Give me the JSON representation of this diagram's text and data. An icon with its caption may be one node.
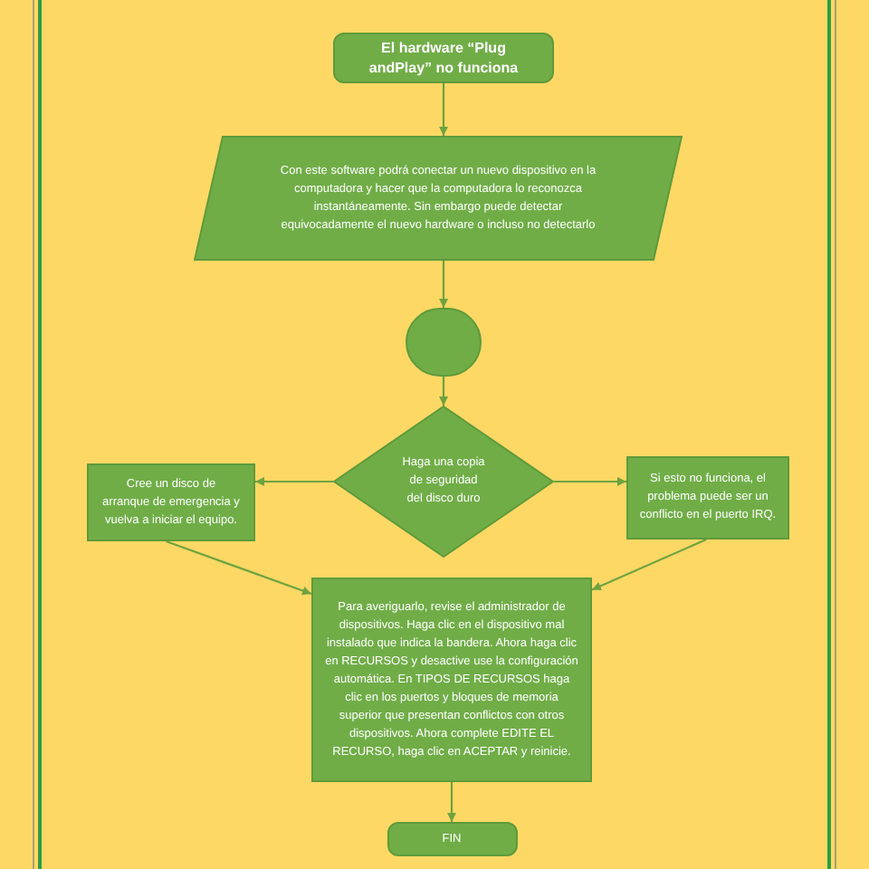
{
  "diagram": {
    "nodes": [
      {
        "text": [
          "El hardware “Plug andPlay” no funciona"
        ]
      },
      {
        "text": [
          "Con este software podrá conectar un nuevo dispositivo en la computadora y hacer que la computadora lo reconozca instantáneamente. Sin embargo puede detectar equivocadamente el nuevo hardware o incluso no detectarlo"
        ]
      },
      {
        "text": [],
        "shape": "circle"
      },
      {
        "text": [
          "Haga una copia de seguridad del disco duro"
        ]
      },
      {
        "text": [
          "Cree un disco de arranque de emergencia y vuelva a iniciar el equipo."
        ]
      },
      {
        "text": [
          "Si esto no funciona, el problema puede ser un conflicto en el puerto IRQ."
        ]
      },
      {
        "text": [
          "Para averiguarlo, revise el administrador de dispositivos. Haga clic en el dispositivo mal instalado que indica la bandera. Ahora haga clic en RECURSOS y desactive use la configuración automática. En TIPOS DE RECURSOS haga clic en los puertos y bloques de memoria superior que presentan conflictos con otros dispositivos. Ahora complete EDITE EL RECURSO, haga clic en ACEPTAR y reinicie."
        ]
      },
      {
        "text": [
          "FIN"
        ]
      }
    ],
    "edges": [
      {
        "from": 0,
        "to": 1,
        "arrow": "to"
      },
      {
        "from": 1,
        "to": 2,
        "arrow": "to"
      },
      {
        "from": 2,
        "to": 3,
        "arrow": "to"
      },
      {
        "from": 3,
        "to": 4,
        "arrow": "to"
      },
      {
        "from": 3,
        "to": 5,
        "arrow": "to"
      },
      {
        "from": 4,
        "to": 6,
        "arrow": "to"
      },
      {
        "from": 5,
        "to": 6,
        "arrow": "to"
      },
      {
        "from": 6,
        "to": 7,
        "arrow": "to"
      }
    ]
  }
}
